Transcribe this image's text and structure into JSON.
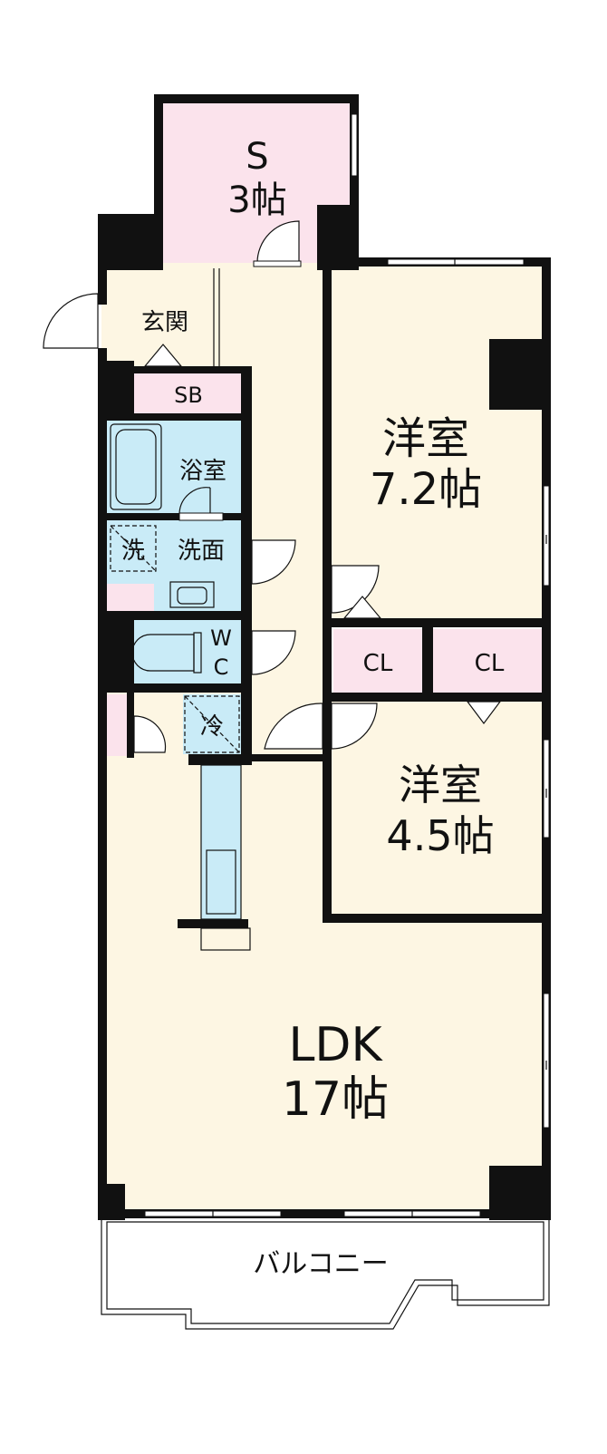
{
  "rooms": {
    "s_room": {
      "name": "S",
      "area": "3帖"
    },
    "entrance": "玄関",
    "shoe_box": "SB",
    "bathroom": "浴室",
    "washer": "洗",
    "washroom": "洗面",
    "wc_line1": "W",
    "wc_line2": "C",
    "fridge": "冷",
    "western_1": {
      "name": "洋室",
      "area": "7.2帖"
    },
    "closet_1": "CL",
    "closet_2": "CL",
    "western_2": {
      "name": "洋室",
      "area": "4.5帖"
    },
    "ldk": {
      "name": "LDK",
      "area": "17帖"
    },
    "balcony": "バルコニー"
  },
  "colors": {
    "living_floor": "#fdf6e3",
    "storage_pink": "#fbe3ec",
    "wet_area_blue": "#c9ebf7",
    "wall": "#111111"
  }
}
